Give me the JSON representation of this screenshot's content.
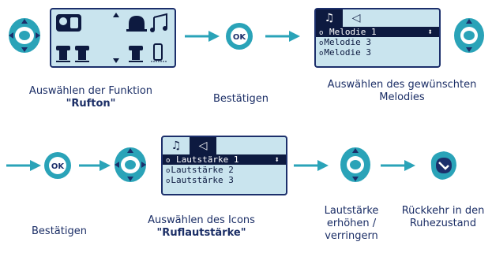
{
  "colors": {
    "navy": "#1c2f6b",
    "teal": "#2aa3b8",
    "lcd_bg": "#c9e4ee",
    "arrow": "#2aa3b8"
  },
  "row1": {
    "caption_select_function": "Auswählen der Funktion",
    "caption_select_function_bold": "\"Rufton\"",
    "caption_confirm": "Bestätigen",
    "caption_select_melody": "Auswählen des gewünschten Melodies",
    "melody_screen": {
      "items": [
        "Melodie 1",
        "Melodie 3",
        "Melodie 3"
      ],
      "selected_symbol": "⬍"
    }
  },
  "row2": {
    "caption_confirm": "Bestätigen",
    "caption_select_icon": "Auswählen des Icons",
    "caption_select_icon_bold": "\"Ruflautstärke\"",
    "caption_volume": "Lautstärke erhöhen / verringern",
    "caption_return": "Rückkehr in den Ruhezustand",
    "volume_screen": {
      "items": [
        "Lautstärke 1",
        "Lautstärke 2",
        "Lautstärke 3"
      ],
      "selected_symbol": "⬍"
    }
  },
  "ok_label": "OK"
}
